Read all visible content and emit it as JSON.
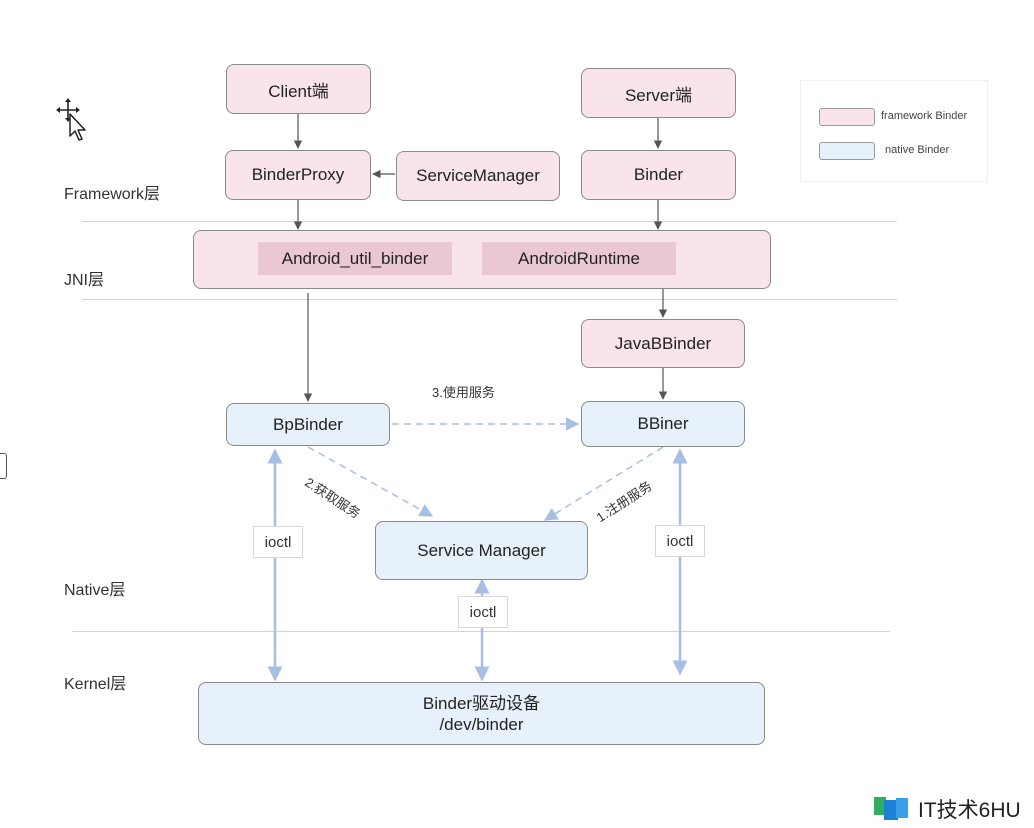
{
  "layers": {
    "framework": "Framework层",
    "jni": "JNI层",
    "native": "Native层",
    "kernel": "Kernel层"
  },
  "boxes": {
    "client": "Client端",
    "server": "Server端",
    "binder_proxy": "BinderProxy",
    "service_manager_fw": "ServiceManager",
    "binder": "Binder",
    "android_util_binder": "Android_util_binder",
    "android_runtime": "AndroidRuntime",
    "java_bbinder": "JavaBBinder",
    "bp_binder": "BpBinder",
    "bbiner": "BBiner",
    "service_manager_native": "Service Manager",
    "binder_driver_line1": "Binder驱动设备",
    "binder_driver_line2": "/dev/binder"
  },
  "edge_labels": {
    "use_service": "3.使用服务",
    "get_service": "2.获取服务",
    "register_service": "1.注册服务",
    "ioctl": "ioctl"
  },
  "legend": {
    "framework": "framework Binder",
    "native": "native Binder"
  },
  "colors": {
    "framework_fill": "#f8e4ea",
    "native_fill": "#e6f1fb",
    "arrow_blue": "#a7bfe3"
  },
  "watermark": "IT技术6HU"
}
